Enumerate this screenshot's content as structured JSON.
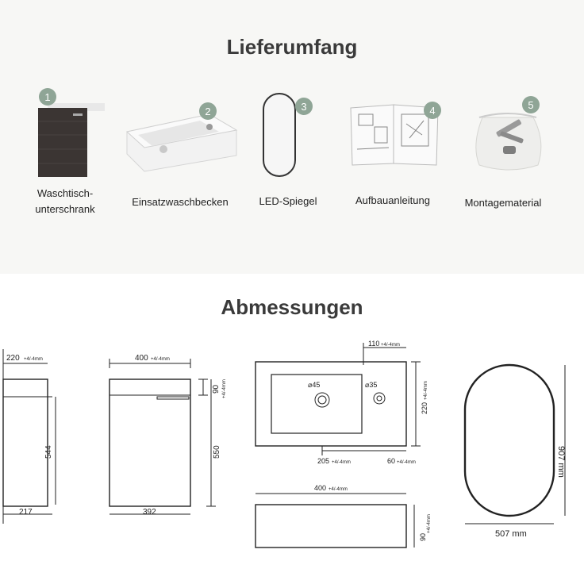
{
  "header": {
    "title": "Lieferumfang"
  },
  "items": [
    {
      "num": "1",
      "label_line1": "Waschtisch-",
      "label_line2": "unterschrank",
      "icon": "cabinet-icon"
    },
    {
      "num": "2",
      "label_line1": "Einsatzwaschbecken",
      "label_line2": "",
      "icon": "basin-icon"
    },
    {
      "num": "3",
      "label_line1": "LED-Spiegel",
      "label_line2": "",
      "icon": "mirror-icon"
    },
    {
      "num": "4",
      "label_line1": "Aufbauanleitung",
      "label_line2": "",
      "icon": "manual-icon"
    },
    {
      "num": "5",
      "label_line1": "Montagematerial",
      "label_line2": "",
      "icon": "hardware-bag-icon"
    }
  ],
  "dimensions": {
    "title": "Abmessungen",
    "side_depth": "220",
    "side_depth_tol": "+4/-4mm",
    "side_height": "544",
    "side_bottom": "217",
    "front_width": "400",
    "front_width_tol": "+4/-4mm",
    "front_top": "90",
    "front_top_tol": "+4/-4mm",
    "front_height": "550",
    "front_bottom": "392",
    "basin_top_dim": "110",
    "basin_top_tol": "+4/-4mm",
    "basin_drain": "⌀45",
    "basin_tap": "⌀35",
    "basin_depth": "220",
    "basin_depth_tol": "+4/-4mm",
    "basin_dim_a": "205",
    "basin_dim_a_tol": "+4/-4mm",
    "basin_dim_b": "60",
    "basin_dim_b_tol": "+4/-4mm",
    "basin_front_width": "400",
    "basin_front_width_tol": "+4/-4mm",
    "basin_front_height": "90",
    "basin_front_height_tol": "+4/-4mm",
    "mirror_height": "907 mm",
    "mirror_width": "507 mm"
  },
  "colors": {
    "badge": "#8fa596",
    "top_bg": "#f7f7f5",
    "cabinet": "#3b3533"
  }
}
